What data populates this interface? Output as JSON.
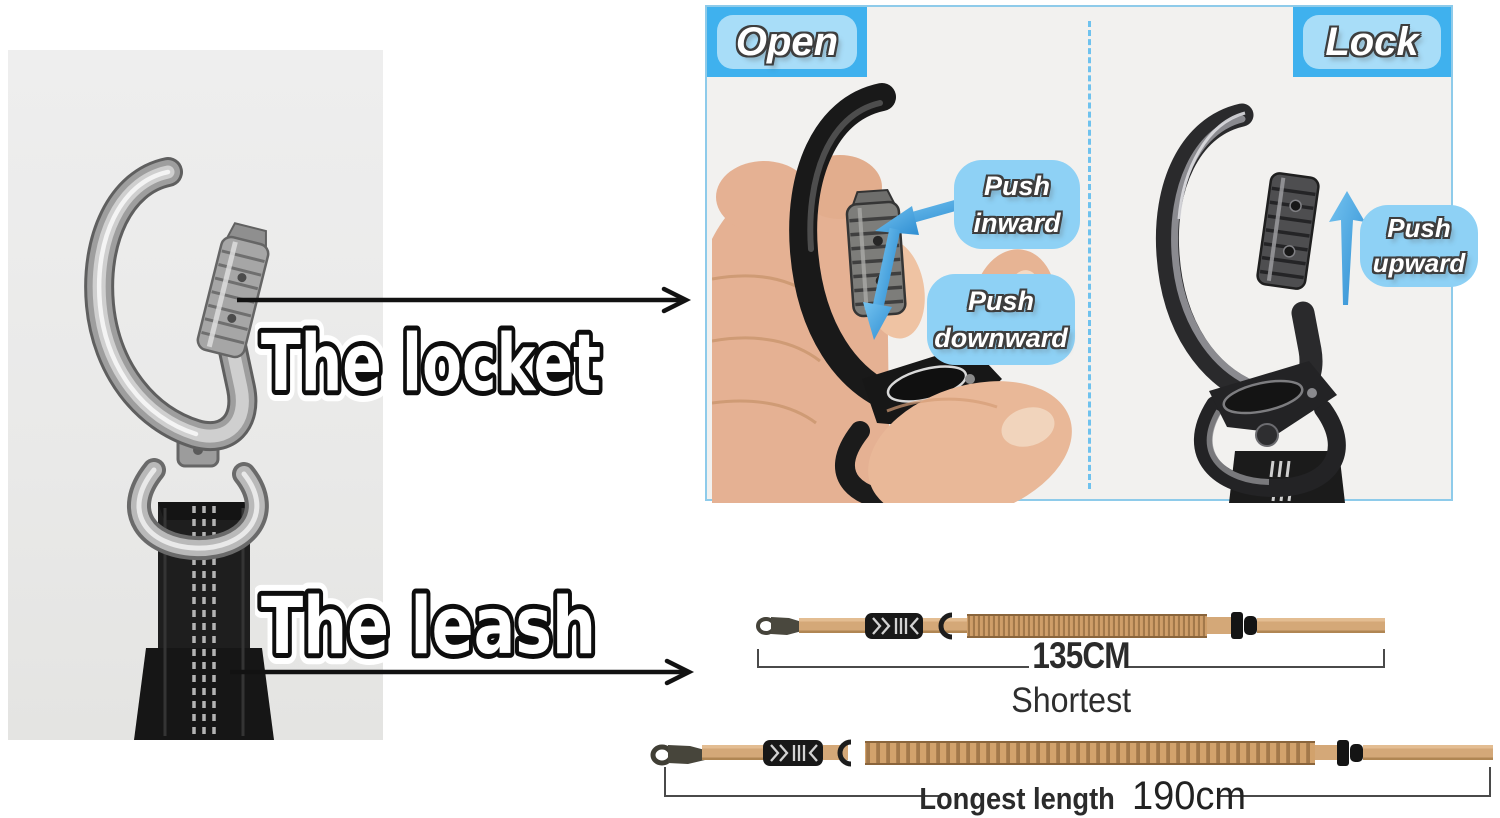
{
  "annotations": {
    "locket_label": "The locket",
    "leash_label": "The leash"
  },
  "panel": {
    "open_label": "Open",
    "lock_label": "Lock",
    "push_inward": {
      "line1": "Push",
      "line2": "inward"
    },
    "push_downward": {
      "line1": "Push",
      "line2": "downward"
    },
    "push_upward": {
      "line1": "Push",
      "line2": "upward"
    }
  },
  "leashes": {
    "short": {
      "length": "135CM",
      "caption": "Shortest"
    },
    "long": {
      "label": "Longest length",
      "value": "190cm"
    }
  },
  "colors": {
    "badge_blue": "#3fb1ee",
    "badge_inner_blue": "#a8ddf8",
    "bubble_blue": "#8ed1f5",
    "panel_border_blue": "#8ecbea",
    "divider_blue": "#6fc2ee",
    "arrow_blue": "#4da8e6",
    "leash_tan": "#d4a878",
    "rib_dark": "#a2784a",
    "text_dark": "#2b2b2b"
  },
  "icons": {
    "locket_arrow": "right-arrow",
    "leash_arrow": "right-arrow",
    "push_inward_arrow": "arrow-down-left",
    "push_downward_arrow": "arrow-down",
    "push_upward_arrow": "arrow-up"
  }
}
